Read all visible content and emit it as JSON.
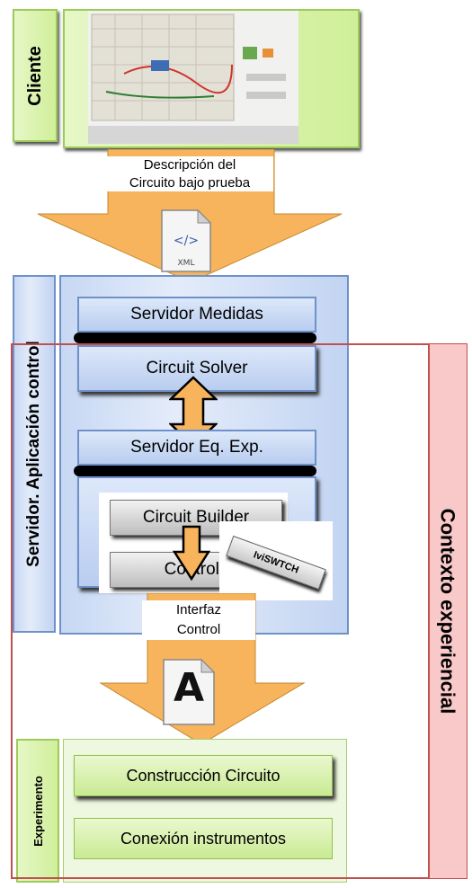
{
  "client": {
    "label": "Cliente"
  },
  "top_arrow": {
    "text_line1": "Descripción del",
    "text_line2": "Circuito bajo prueba",
    "file_icon_caption": "XML"
  },
  "server": {
    "label": "Servidor. Aplicación control",
    "measures_box": "Servidor Medidas",
    "solver_box": "Circuit Solver",
    "eq_box": "Servidor Eq. Exp.",
    "builder_box": "Circuit Builder",
    "controls_box": "Controls",
    "ivi_label": "IviSWTCH"
  },
  "bottom_arrow": {
    "text_line1": "Interfaz",
    "text_line2": "Control",
    "file_icon_letter": "A"
  },
  "experiment": {
    "label": "Experimento",
    "construction_box": "Construcción Circuito",
    "connection_box": "Conexión instrumentos"
  },
  "context": {
    "label": "Contexto experiencial"
  },
  "colors": {
    "context_border": "#c0504d",
    "context_fill": "#f9c8c8",
    "arrow_orange": "#f7b45c",
    "server_blue": "#6f91c9",
    "green": "#9ccb5a"
  }
}
